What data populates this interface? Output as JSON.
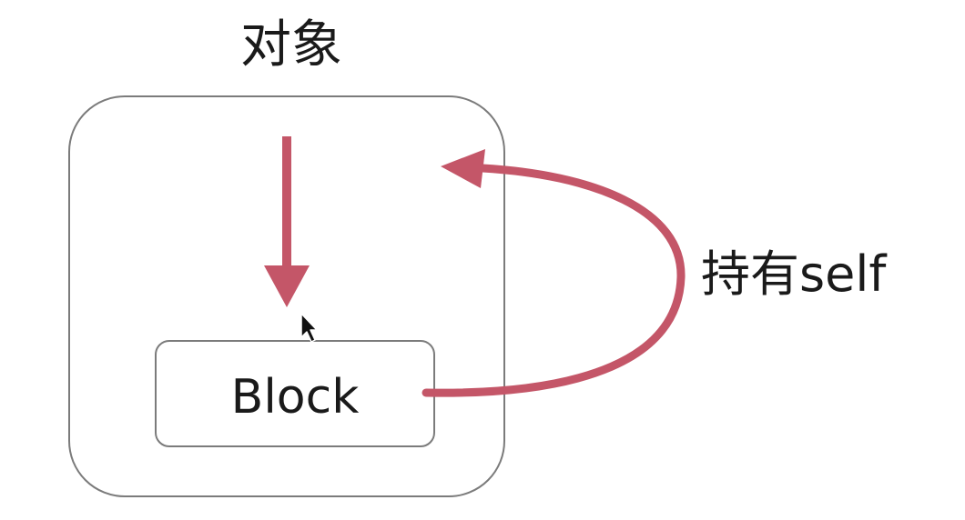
{
  "diagram": {
    "title": "对象",
    "block_label": "Block",
    "relation_label": "持有self",
    "colors": {
      "arrow": "#c45668",
      "border": "#7b7b7b",
      "text": "#1a1a1a"
    },
    "icons": [
      "down-arrow-icon",
      "curved-arrow-icon",
      "mouse-cursor-icon"
    ]
  }
}
